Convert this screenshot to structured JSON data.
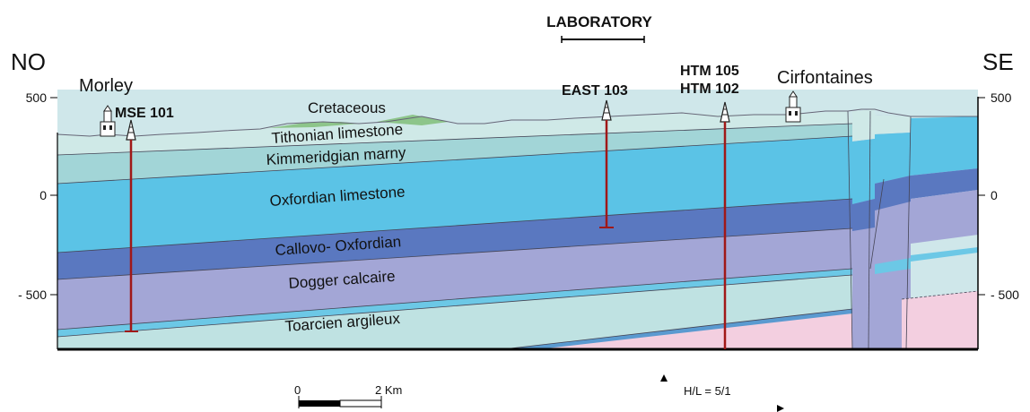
{
  "header": {
    "title": "LABORATORY"
  },
  "orientation": {
    "left": "NO",
    "right": "SE"
  },
  "axis": {
    "left_ticks": [
      "500",
      "0",
      "- 500"
    ],
    "right_ticks": [
      "500",
      "0",
      "- 500"
    ]
  },
  "towns": {
    "left": "Morley",
    "right": "Cirfontaines"
  },
  "boreholes": {
    "mse": "MSE 101",
    "east": "EAST 103",
    "htm105": "HTM 105",
    "htm102": "HTM 102"
  },
  "layers": {
    "cretaceous": "Cretaceous",
    "tithonian": "Tithonian limestone",
    "kimmeridgian": "Kimmeridgian marny",
    "oxfordian": "Oxfordian limestone",
    "callovo": "Callovo- Oxfordian",
    "dogger": "Dogger calcaire",
    "toarcien": "Toarcien argileux"
  },
  "scale": {
    "zero": "0",
    "distance": "2 Km"
  },
  "ratio": "H/L = 5/1",
  "colors": {
    "oxfordian": "#5bc3e6",
    "callovo": "#5a78c0",
    "dogger": "#a3a6d6",
    "kimmeridgian": "#a2d5d7",
    "tithonian": "#cfe9e7",
    "toarcien": "#bfe2e2",
    "basement": "#f3cfe0",
    "cretaceous": "#8dc58a",
    "borehole": "#a01818"
  }
}
